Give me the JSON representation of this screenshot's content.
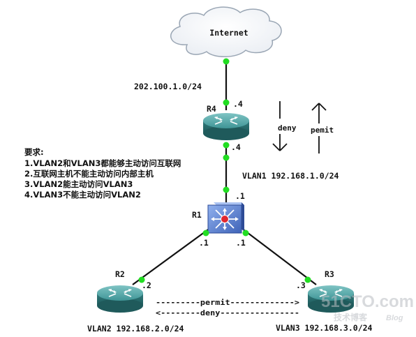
{
  "cloud": {
    "label": "Internet"
  },
  "routers": {
    "r4": {
      "name": "R4"
    },
    "r1": {
      "name": "R1"
    },
    "r2": {
      "name": "R2"
    },
    "r3": {
      "name": "R3"
    }
  },
  "networks": {
    "wan": "202.100.1.0/24",
    "vlan1": "VLAN1 192.168.1.0/24",
    "vlan2": "VLAN2 192.168.2.0/24",
    "vlan3": "VLAN3 192.168.3.0/24"
  },
  "interfaces": {
    "r4_top": ".4",
    "r4_bottom": ".4",
    "r1_top": ".1",
    "r1_left": ".1",
    "r1_right": ".1",
    "r2": ".2",
    "r3": ".3"
  },
  "flow": {
    "deny_label": "deny",
    "permit_label": "pemit",
    "r2_r3_permit": "---------permit------------->",
    "r2_r3_deny": "<--------deny----------------"
  },
  "requirements": {
    "title": "要求:",
    "items": [
      "1.VLAN2和VLAN3都能够主动访问互联网",
      "2.互联网主机不能主动访问内部主机",
      "3.VLAN2能主动访问VLAN3",
      "4.VLAN3不能主动访问VLAN2"
    ]
  },
  "watermark": {
    "main": "51CTO.com",
    "sub": "技术博客",
    "blog": "Blog"
  },
  "colors": {
    "link": "#111111",
    "port_dot": "#22dd22",
    "router": "#3a8f90",
    "switch": "#5b7fd0"
  }
}
